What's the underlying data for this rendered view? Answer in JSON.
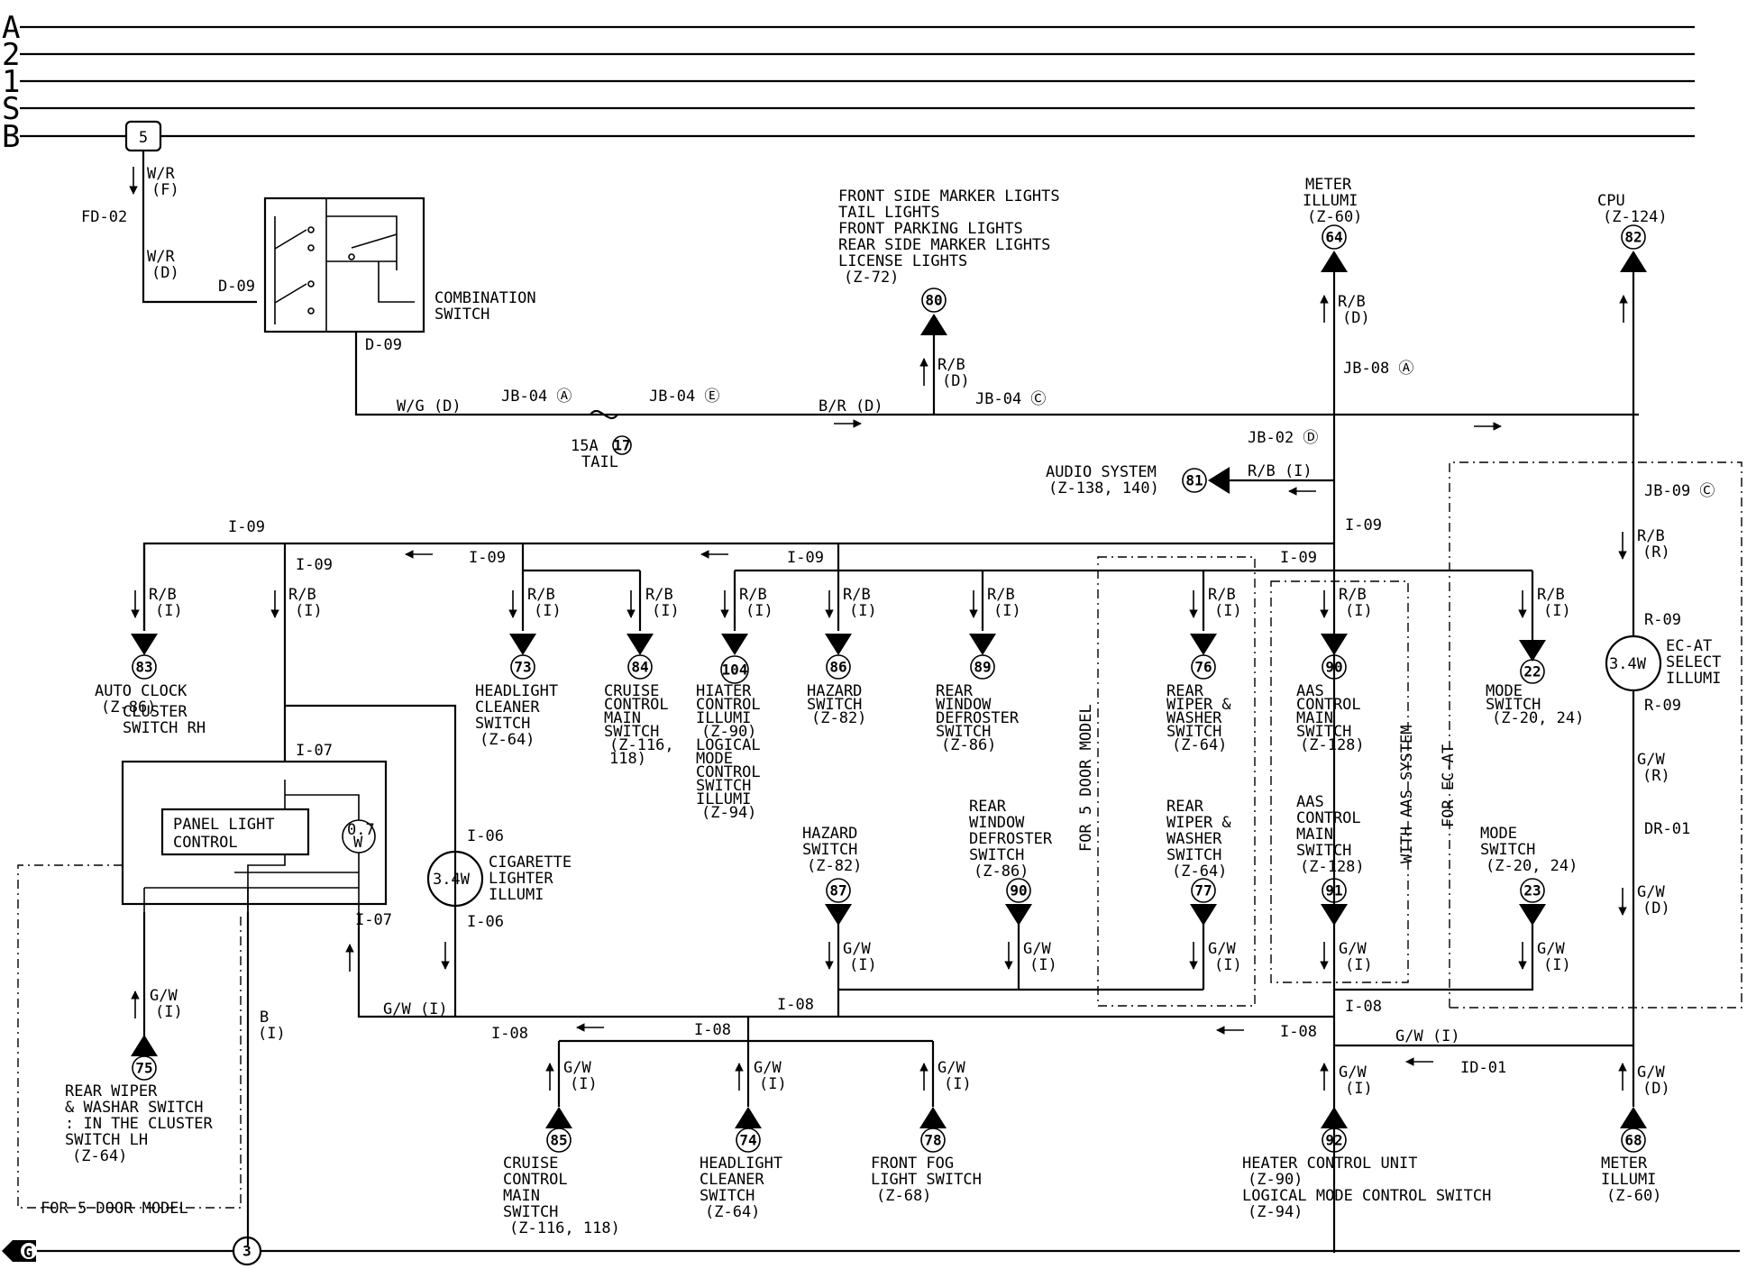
{
  "busbars": [
    "A",
    "2",
    "1",
    "S",
    "B"
  ],
  "fuse_block": "5",
  "ground": "G",
  "ground_point": "3",
  "top_left": {
    "wr_f": [
      "W/R",
      "(F)"
    ],
    "fd02": "FD-02",
    "wr_d": [
      "W/R",
      "(D)"
    ],
    "d09a": "D-09",
    "d09b": "D-09",
    "combination_switch": [
      "COMBINATION",
      "SWITCH"
    ]
  },
  "tail": {
    "wg_d": "W/G (D)",
    "jb04a": "JB-04 Ⓐ",
    "jb04e": "JB-04 Ⓔ",
    "fuse": "15A",
    "fuse_num": "17",
    "fuse_name": "TAIL",
    "br_d": "B/R (D)",
    "jb04c": "JB-04 Ⓒ"
  },
  "front_lights": {
    "lines": [
      "FRONT SIDE MARKER LIGHTS",
      "TAIL LIGHTS",
      "FRONT PARKING LIGHTS",
      "REAR SIDE MARKER LIGHTS",
      "LICENSE LIGHTS",
      "(Z-72)"
    ],
    "num": "80",
    "wire": [
      "R/B",
      "(D)"
    ]
  },
  "meter_top": {
    "lines": [
      "METER",
      "ILLUMI",
      "(Z-60)"
    ],
    "num": "64",
    "wire": [
      "R/B",
      "(D)"
    ],
    "jb08": "JB-08 Ⓐ",
    "jb02": "JB-02 Ⓓ"
  },
  "cpu": {
    "lines": [
      "CPU",
      "(Z-124)"
    ],
    "num": "82"
  },
  "audio": {
    "lines": [
      "AUDIO SYSTEM",
      "(Z-138, 140)"
    ],
    "num": "81",
    "wire": "R/B (I)"
  },
  "connectors": {
    "i09_right": "I-09",
    "i09_left": "I-09",
    "i09_down": "I-09",
    "i09_a": "I-09",
    "i09_b": "I-09",
    "i09_c": "I-09",
    "i07a": "I-07",
    "i07b": "I-07",
    "i06a": "I-06",
    "i06b": "I-06",
    "i08a": "I-08",
    "i08b": "I-08",
    "i08c": "I-08",
    "i08d": "I-08",
    "i08e": "I-08",
    "id01": "ID-01",
    "jb09c": "JB-09 Ⓒ",
    "r09a": "R-09",
    "r09b": "R-09",
    "dr01": "DR-01"
  },
  "wires": {
    "rb_i": [
      "R/B",
      "(I)"
    ],
    "rb_r": [
      "R/B",
      "(R)"
    ],
    "gw_i": [
      "G/W",
      "(I)"
    ],
    "gw_r": [
      "G/W",
      "(R)"
    ],
    "gw_d": [
      "G/W",
      "(D)"
    ],
    "gw_i_h": "G/W (I)",
    "b_i": [
      "B",
      "(I)"
    ]
  },
  "upper_loads": [
    {
      "num": "83",
      "lines": [
        "AUTO CLOCK",
        "(Z-86)"
      ]
    },
    {
      "num": "73",
      "lines": [
        "HEADLIGHT",
        "CLEANER",
        "SWITCH",
        "(Z-64)"
      ]
    },
    {
      "num": "84",
      "lines": [
        "CRUISE",
        "CONTROL",
        "MAIN",
        "SWITCH",
        "(Z-116,",
        "118)"
      ]
    },
    {
      "num": "104",
      "lines": [
        "HIATER",
        "CONTROL",
        "ILLUMI",
        "(Z-90)",
        "LOGICAL",
        "MODE",
        "CONTROL",
        "SWITCH",
        "ILLUMI",
        "(Z-94)"
      ]
    },
    {
      "num": "86",
      "lines": [
        "HAZARD",
        "SWITCH",
        "(Z-82)"
      ]
    },
    {
      "num": "89",
      "lines": [
        "REAR",
        "WINDOW",
        "DEFROSTER",
        "SWITCH",
        "(Z-86)"
      ]
    },
    {
      "num": "76",
      "lines": [
        "REAR",
        "WIPER &",
        "WASHER",
        "SWITCH",
        "(Z-64)"
      ]
    },
    {
      "num": "90",
      "lines": [
        "AAS",
        "CONTROL",
        "MAIN",
        "SWITCH",
        "(Z-128)"
      ]
    },
    {
      "num": "22",
      "lines": [
        "MODE",
        "SWITCH",
        "(Z-20, 24)"
      ]
    }
  ],
  "lower_loads": [
    {
      "num": "87",
      "lines": [
        "HAZARD",
        "SWITCH",
        "(Z-82)"
      ]
    },
    {
      "num": "90",
      "lines": [
        "REAR",
        "WINDOW",
        "DEFROSTER",
        "SWITCH",
        "(Z-86)"
      ]
    },
    {
      "num": "77",
      "lines": [
        "REAR",
        "WIPER &",
        "WASHER",
        "SWITCH",
        "(Z-64)"
      ]
    },
    {
      "num": "91",
      "lines": [
        "AAS",
        "CONTROL",
        "MAIN",
        "SWITCH",
        "(Z-128)"
      ]
    },
    {
      "num": "23",
      "lines": [
        "MODE",
        "SWITCH",
        "(Z-20, 24)"
      ]
    }
  ],
  "bottom_loads": [
    {
      "num": "85",
      "lines": [
        "CRUISE",
        "CONTROL",
        "MAIN",
        "SWITCH",
        "(Z-116, 118)"
      ]
    },
    {
      "num": "74",
      "lines": [
        "HEADLIGHT",
        "CLEANER",
        "SWITCH",
        "(Z-64)"
      ]
    },
    {
      "num": "78",
      "lines": [
        "FRONT FOG",
        "LIGHT SWITCH",
        "(Z-68)"
      ]
    },
    {
      "num": "92",
      "lines": [
        "HEATER CONTROL UNIT",
        "(Z-90)",
        "LOGICAL MODE CONTROL SWITCH",
        "(Z-94)"
      ]
    },
    {
      "num": "68",
      "lines": [
        "METER",
        "ILLUMI",
        "(Z-60)"
      ]
    }
  ],
  "cluster": {
    "title": [
      "CLUSTER",
      "SWITCH RH"
    ],
    "panel": [
      "PANEL LIGHT",
      "CONTROL"
    ],
    "bulb": [
      "0.7",
      "W"
    ]
  },
  "cigarette": {
    "watt": "3.4W",
    "lines": [
      "CIGARETTE",
      "LIGHTER",
      "ILLUMI"
    ]
  },
  "ecat": {
    "watt": "3.4W",
    "lines": [
      "EC-AT",
      "SELECT",
      "ILLUMI"
    ]
  },
  "rear_wiper_lh": {
    "num": "75",
    "lines": [
      "REAR WIPER",
      "& WASHAR SWITCH",
      ": IN THE CLUSTER",
      "SWITCH LH",
      "(Z-64)"
    ]
  },
  "regions": {
    "five_door_a": "FOR 5 DOOR MODEL",
    "five_door_b": "FOR 5 DOOR MODEL",
    "aas": "WITH AAS SYSTEM",
    "ec_at": "FOR EC-AT"
  }
}
